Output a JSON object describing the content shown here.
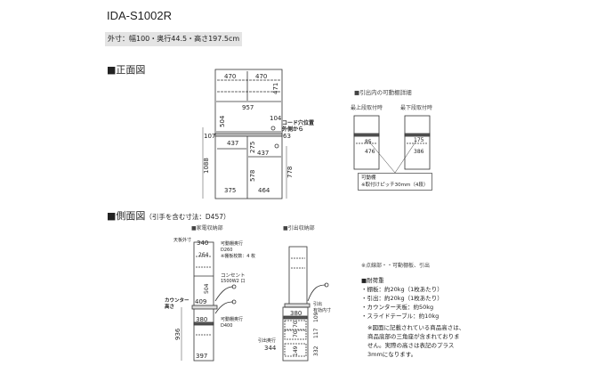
{
  "title": "IDA-S1002R",
  "outer_dims": "外寸：幅100・奥行44.5・高さ197.5cm",
  "front": {
    "heading": "■正面図",
    "labels": {
      "w470a": "470",
      "w470b": "470",
      "h471": "471",
      "w957": "957",
      "h504": "504",
      "d104": "104",
      "cord": "コード穴位置",
      "cord2": "外側から",
      "d63": "63",
      "d107": "107",
      "w437a": "437",
      "h275": "275",
      "w437b": "437",
      "h1088": "1088",
      "h778": "778",
      "h578": "578",
      "w375": "375",
      "w464": "464"
    }
  },
  "drawer_detail": {
    "heading": "■引出内の可動棚詳細",
    "top_label": "最上段取付時",
    "bottom_label": "最下段取付時",
    "v85": "85",
    "v476": "476",
    "v175": "175",
    "v386": "386",
    "note1": "可動棚",
    "note2": "※取付けピッチ30mm（4段）"
  },
  "side": {
    "heading": "■側面図",
    "heading_note": "（引手を含む寸法：D457）",
    "appliance": {
      "heading": "■家電収納部",
      "top_outer": "天板外寸",
      "w340": "340",
      "w264": "264",
      "shelf_depth": "可動棚奥行",
      "d260": "D260",
      "shelf_count": "※棚板枚数：4 枚",
      "outlet": "コンセント",
      "outlet_spec": "1500W2 口",
      "h504": "504",
      "counter": "カウンター",
      "counter2": "高さ",
      "w409": "409",
      "w380": "380",
      "lower_shelf": "可動棚奥行",
      "d400": "D400",
      "h936": "936",
      "w397": "397"
    },
    "drawer": {
      "heading": "■引出収納部",
      "w380": "380",
      "drawer_inner": "引出",
      "drawer_inner2": "有効内寸",
      "h70a": "70",
      "h70b": "70",
      "h149": "149",
      "h109": "109",
      "h117": "117",
      "h332": "332",
      "drawer_depth": "引出奥行",
      "w344": "344"
    }
  },
  "notes": {
    "dotted": "※点線部・・可動棚板、引出",
    "load_heading": "■耐荷重",
    "loads": [
      "・棚板：約20kg（1枚あたり）",
      "・引出：約20kg（1枚あたり）",
      "・カウンター天板：約50kg",
      "・スライドテーブル：約10kg"
    ],
    "footnote": [
      "※図面に記載されている商品高さは、",
      "商品底部の三角座が含まれておりま",
      "せん。実際の高さは表記のプラス",
      "3mmになります。"
    ]
  }
}
